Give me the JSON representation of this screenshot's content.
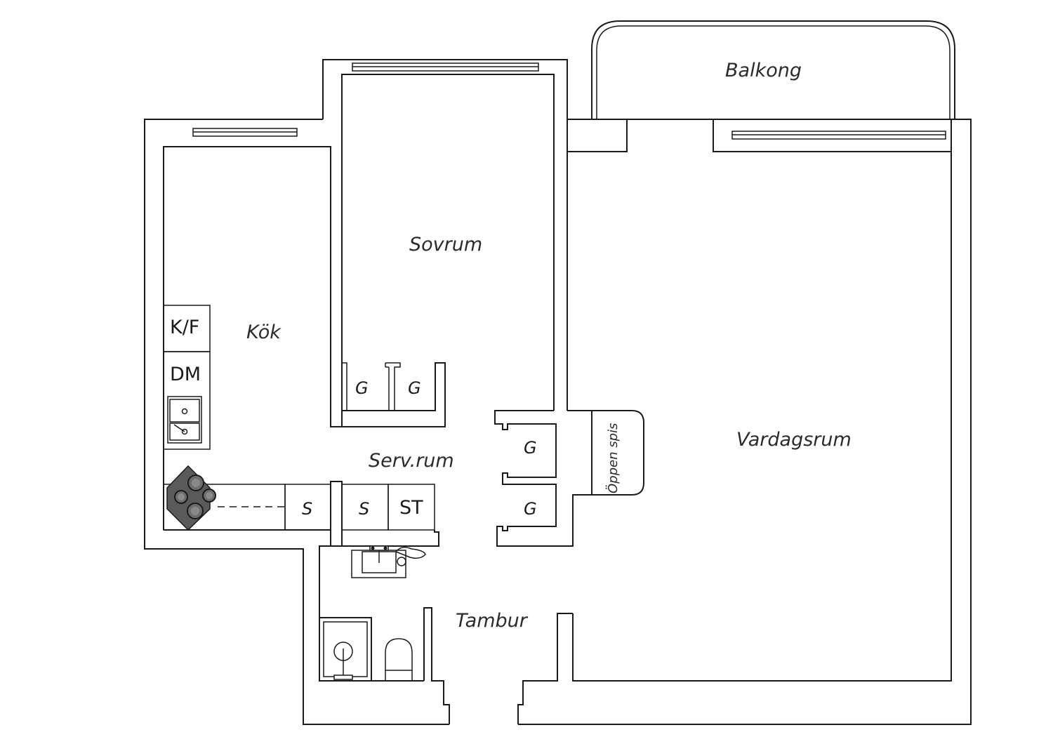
{
  "rooms": {
    "balcony": "Balkong",
    "bedroom": "Sovrum",
    "kitchen": "Kök",
    "living_room": "Vardagsrum",
    "service_room": "Serv.rum",
    "hall": "Tambur"
  },
  "fixtures": {
    "fridge_freezer": "K/F",
    "dishwasher": "DM",
    "cabinet_s_1": "S",
    "cabinet_s_2": "S",
    "cabinet_st": "ST",
    "wardrobe_1": "G",
    "wardrobe_2": "G",
    "wardrobe_3": "G",
    "wardrobe_4": "G",
    "fireplace": "Öppen spis"
  }
}
